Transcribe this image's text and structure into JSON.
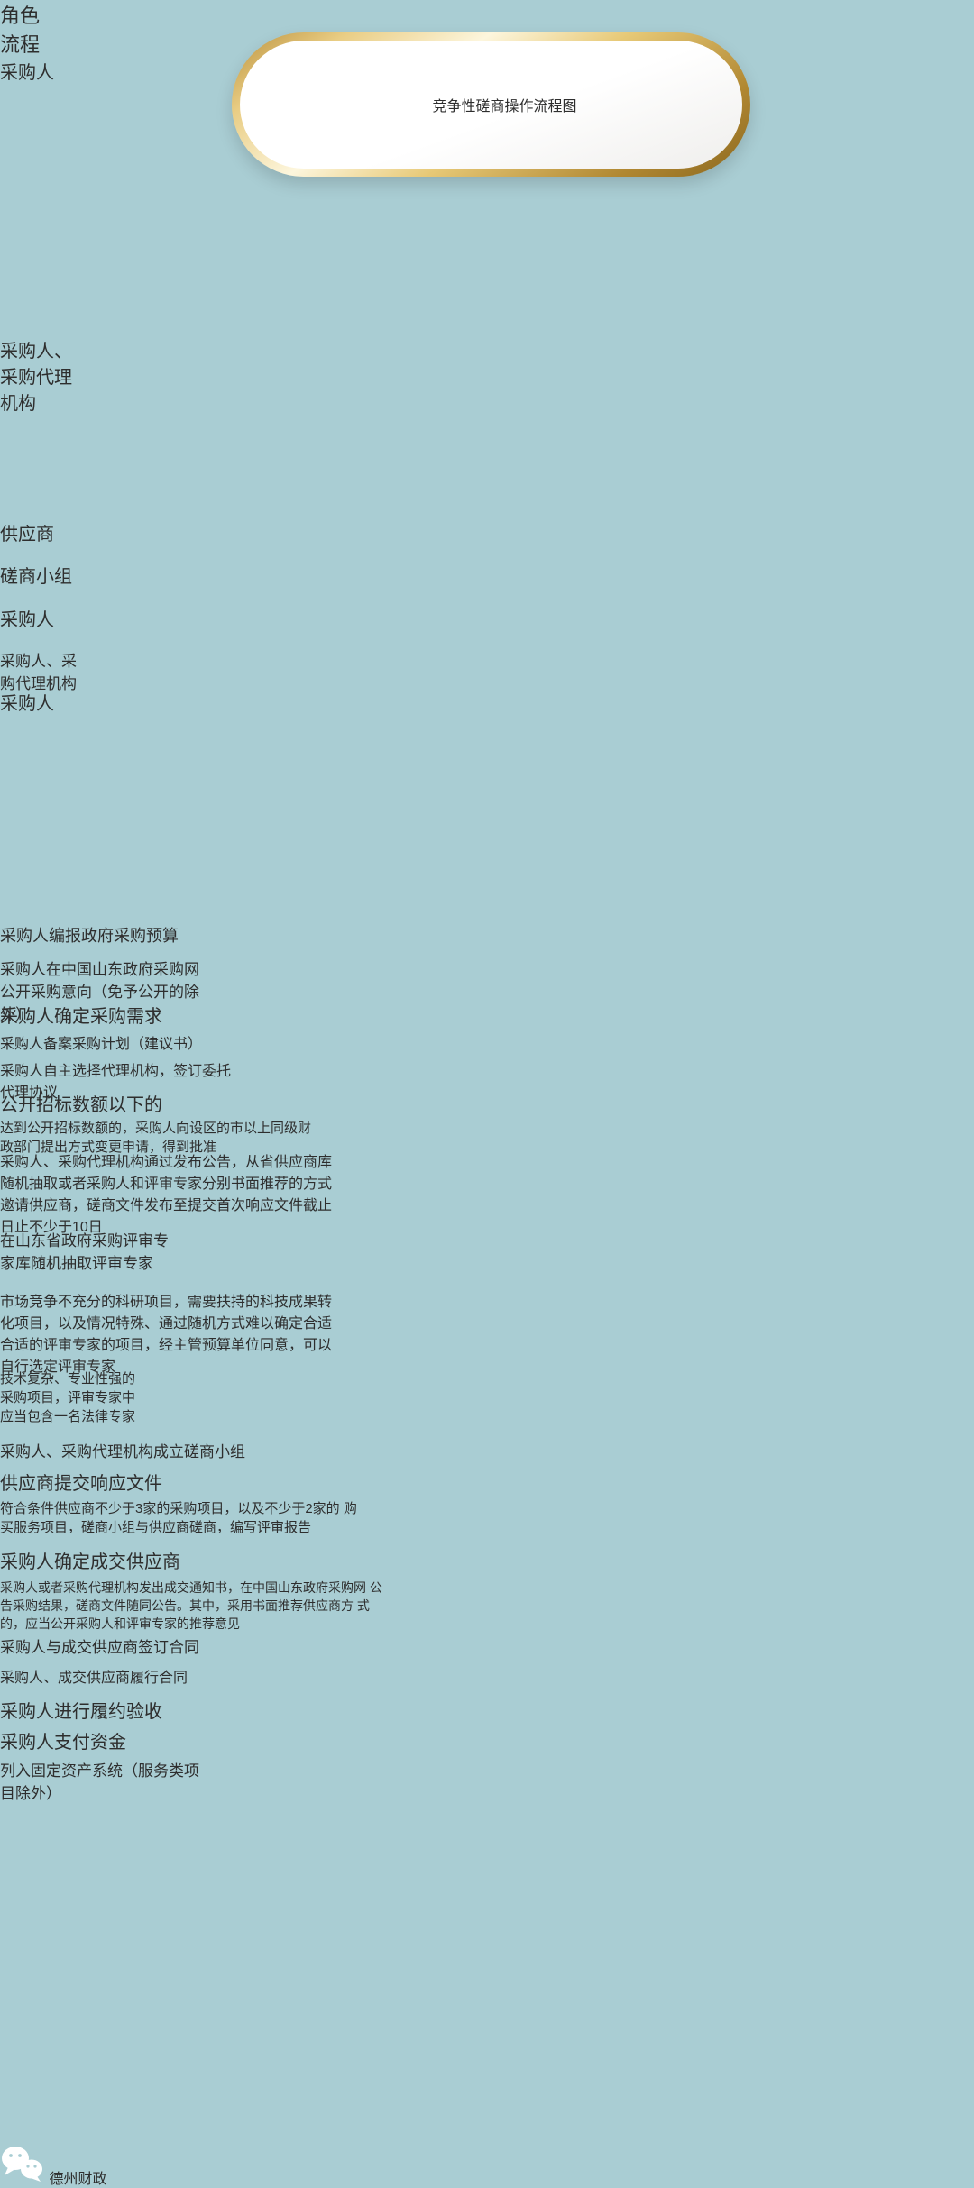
{
  "title": {
    "text": "竞争性磋商操作流程图"
  },
  "headers": {
    "role": "角色",
    "process": "流程"
  },
  "roles": [
    {
      "label": "采购人"
    },
    {
      "label": "采购人、\n采购代理\n机构"
    },
    {
      "label": "供应商"
    },
    {
      "label": "磋商小组"
    },
    {
      "label": "采购人"
    },
    {
      "label": "采购人、采\n购代理机构"
    },
    {
      "label": "采购人"
    }
  ],
  "flow": {
    "steps": [
      {
        "text": "采购人编报政府采购预算"
      },
      {
        "text": "采购人在中国山东政府采购网\n公开采购意向（免予公开的除\n外）"
      },
      {
        "text": "采购人确定采购需求"
      },
      {
        "text": "采购人备案采购计划（建议书）"
      },
      {
        "text": "采购人自主选择代理机构，签订委托\n代理协议"
      },
      {
        "text": "公开招标数额以下的"
      },
      {
        "text": "达到公开招标数额的，采购人向设区的市以上同级财\n政部门提出方式变更申请，得到批准"
      },
      {
        "text": "采购人、采购代理机构通过发布公告，从省供应商库\n随机抽取或者采购人和评审专家分别书面推荐的方式\n邀请供应商，磋商文件发布至提交首次响应文件截止\n日止不少于10日"
      },
      {
        "text": "在山东省政府采购评审专\n家库随机抽取评审专家"
      },
      {
        "text": "市场竞争不充分的科研项目，需要扶持的科技成果转\n化项目，以及情况特殊、通过随机方式难以确定合适\n合适的评审专家的项目，经主管预算单位同意，可以\n自行选定评审专家"
      },
      {
        "text": "技术复杂、专业性强的\n采购项目，评审专家中\n应当包含一名法律专家"
      },
      {
        "text": "采购人、采购代理机构成立磋商小组"
      },
      {
        "text": "供应商提交响应文件"
      },
      {
        "text": "符合条件供应商不少于3家的采购项目，以及不少于2家的\n购买服务项目，磋商小组与供应商磋商，编写评审报告"
      },
      {
        "text": "采购人确定成交供应商"
      },
      {
        "text": "采购人或者采购代理机构发出成交通知书，在中国山东政府采购网\n公告采购结果，磋商文件随同公告。其中，采用书面推荐供应商方\n式的，应当公开采购人和评审专家的推荐意见"
      },
      {
        "text": "采购人与成交供应商签订合同"
      },
      {
        "text": "采购人、成交供应商履行合同"
      },
      {
        "text": "采购人进行履约验收"
      },
      {
        "text": "采购人支付资金"
      },
      {
        "text": "列入固定资产系统（服务类项\n目除外）"
      }
    ]
  },
  "watermark": {
    "text": "德州财政",
    "icon": "wechat-icon"
  },
  "colors": {
    "background": "#a9cdd3",
    "panel": "#f7f7f6",
    "box_border": "#3b3b3b",
    "gold": "#c9a44a",
    "title_text": "#161616",
    "watermark_text": "#ffffff"
  }
}
